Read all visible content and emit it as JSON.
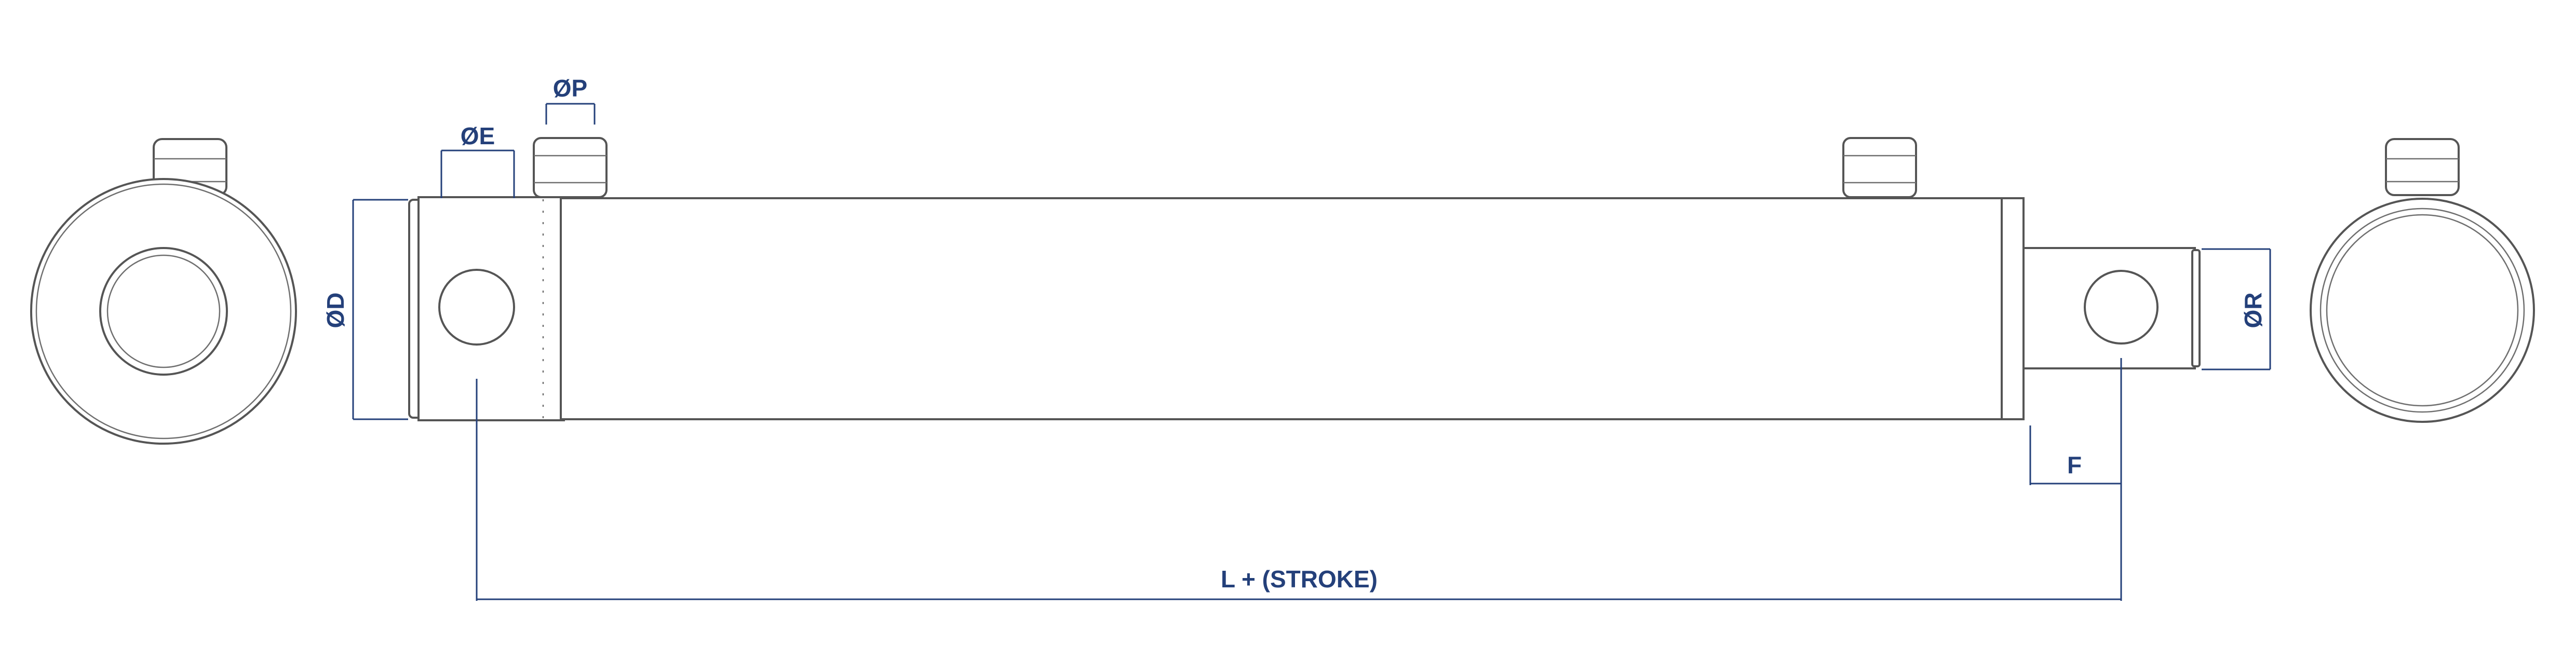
{
  "colors": {
    "outline": "#555555",
    "dimension": "#24407a",
    "background": "#ffffff"
  },
  "labels": {
    "dia_p": "ØP",
    "dia_e": "ØE",
    "dia_d": "ØD",
    "dia_r": "ØR",
    "dim_f": "F",
    "length": "L + (STROKE)"
  }
}
